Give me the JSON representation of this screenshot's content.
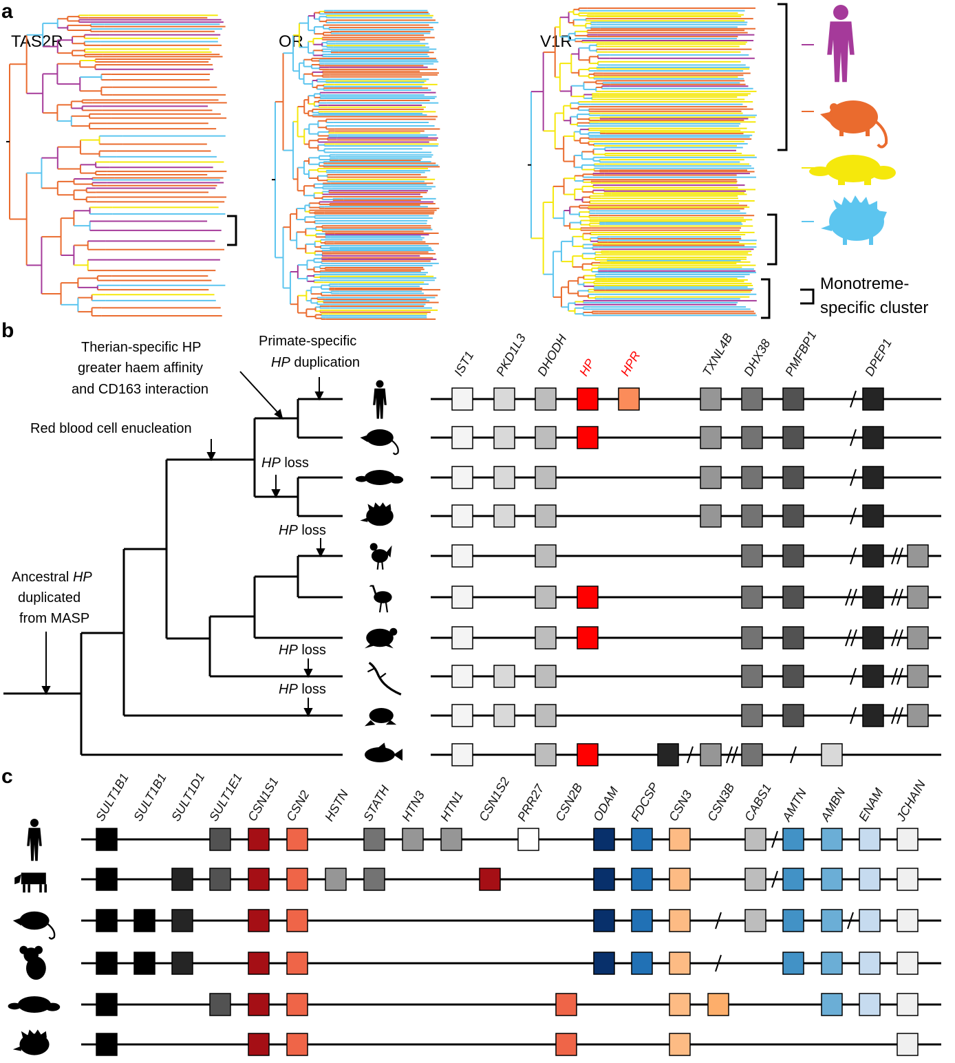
{
  "panels": {
    "a": "a",
    "b": "b",
    "c": "c"
  },
  "panel_a": {
    "titles": {
      "tas2r": "TAS2R",
      "or": "OR",
      "v1r": "V1R"
    },
    "legend": {
      "species": [
        {
          "name": "human-silhouette",
          "color": "#a53a9a"
        },
        {
          "name": "opossum-silhouette",
          "color": "#ea6b2e"
        },
        {
          "name": "platypus-silhouette",
          "color": "#f5e80c"
        },
        {
          "name": "echidna-silhouette",
          "color": "#5cc5ef"
        }
      ],
      "bracket_label_line1": "Monotreme-",
      "bracket_label_line2": "specific cluster"
    }
  },
  "panel_b": {
    "annotations": {
      "therian_1": "Therian-specific HP",
      "therian_2": "greater haem affinity",
      "therian_3": "and CD163 interaction",
      "primate_1": "Primate-specific",
      "primate_2_gene": "HP",
      "primate_2_rest": " duplication",
      "rbc": "Red blood cell enucleation",
      "hp": "HP",
      "loss": " loss",
      "ancestral_1a": "Ancestral ",
      "ancestral_1b": "HP",
      "ancestral_2": "duplicated",
      "ancestral_3": "from MASP"
    },
    "genes": [
      {
        "label": "IST1",
        "color": "#111111"
      },
      {
        "label": "PKD1L3",
        "color": "#111111"
      },
      {
        "label": "DHODH",
        "color": "#111111"
      },
      {
        "label": "HP",
        "color": "#ff0000"
      },
      {
        "label": "HPR",
        "color": "#ff0000"
      },
      {
        "label": "TXNL4B",
        "color": "#111111"
      },
      {
        "label": "DHX38",
        "color": "#111111"
      },
      {
        "label": "PMFBP1",
        "color": "#111111"
      },
      {
        "label": "DPEP1",
        "color": "#111111"
      }
    ],
    "species_icons": [
      "human-silhouette",
      "opossum-silhouette",
      "platypus-silhouette",
      "echidna-silhouette",
      "chicken-silhouette",
      "emu-silhouette",
      "turtle-silhouette",
      "lizard-silhouette",
      "frog-silhouette",
      "fish-silhouette"
    ],
    "box_colors": {
      "IST1": "#f4f4f4",
      "PKD1L3": "#d9d9d9",
      "DHODH": "#bdbdbd",
      "HP": "#ff0000",
      "HPR": "#fb8c5a",
      "TXNL4B": "#969696",
      "DHX38": "#737373",
      "PMFBP1": "#525252",
      "DPEP1": "#252525",
      "extra": "#969696",
      "fish_lightgray": "#d9d9d9"
    }
  },
  "panel_c": {
    "genes": [
      {
        "label": "SULT1B1"
      },
      {
        "label": "SULT1B1"
      },
      {
        "label": "SULT1D1"
      },
      {
        "label": "SULT1E1"
      },
      {
        "label": "CSN1S1"
      },
      {
        "label": "CSN2"
      },
      {
        "label": "HSTN"
      },
      {
        "label": "STATH"
      },
      {
        "label": "HTN3"
      },
      {
        "label": "HTN1"
      },
      {
        "label": "CSN1S2"
      },
      {
        "label": "PRR27"
      },
      {
        "label": "CSN2B"
      },
      {
        "label": "ODAM"
      },
      {
        "label": "FDCSP"
      },
      {
        "label": "CSN3"
      },
      {
        "label": "CSN3B"
      },
      {
        "label": "CABS1"
      },
      {
        "label": "AMTN"
      },
      {
        "label": "AMBN"
      },
      {
        "label": "ENAM"
      },
      {
        "label": "JCHAIN"
      }
    ],
    "species_icons": [
      "human-silhouette",
      "cow-silhouette",
      "opossum-silhouette",
      "koala-silhouette",
      "platypus-silhouette",
      "echidna-silhouette"
    ],
    "box_colors": {
      "SULT1B1": "#000000",
      "SULT1D1": "#252525",
      "SULT1E1": "#525252",
      "CSN1S1": "#a50f15",
      "CSN2": "#ef6548",
      "HSTN": "#969696",
      "STATH": "#737373",
      "HTN3": "#969696",
      "HTN1": "#969696",
      "CSN1S2": "#a50f15",
      "PRR27": "#ffffff",
      "CSN2B": "#ef6548",
      "ODAM": "#08306b",
      "FDCSP": "#2171b5",
      "CSN3": "#fdbb84",
      "CSN3B": "#fdae6b",
      "CABS1": "#bdbdbd",
      "AMTN": "#4292c6",
      "AMBN": "#6baed6",
      "ENAM": "#c6dbef",
      "JCHAIN": "#f0f0f0"
    }
  }
}
